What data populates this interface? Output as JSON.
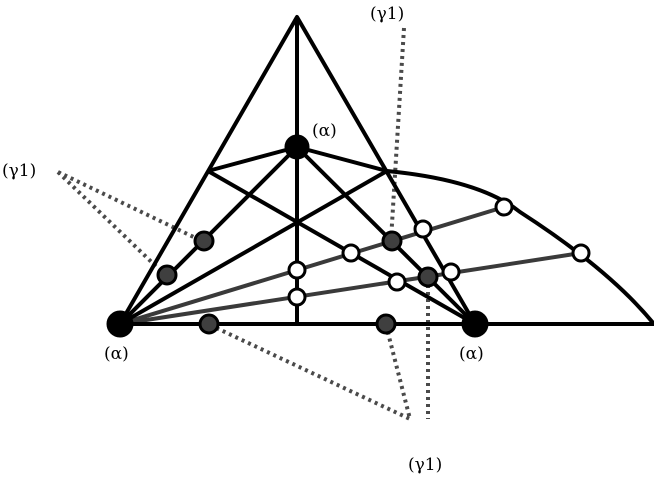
{
  "labels": {
    "alpha_top": "(α)",
    "alpha_left": "(α)",
    "alpha_right": "(α)",
    "gamma_top": "(γ1)",
    "gamma_left": "(γ1)",
    "gamma_bottom": "(γ1)"
  },
  "colors": {
    "line": "#000000",
    "gray_line": "#3a3a3a",
    "node_black": "#000000",
    "node_gray": "#3f3f3f",
    "node_open_fill": "#ffffff",
    "dotted": "#4a4a4a"
  }
}
